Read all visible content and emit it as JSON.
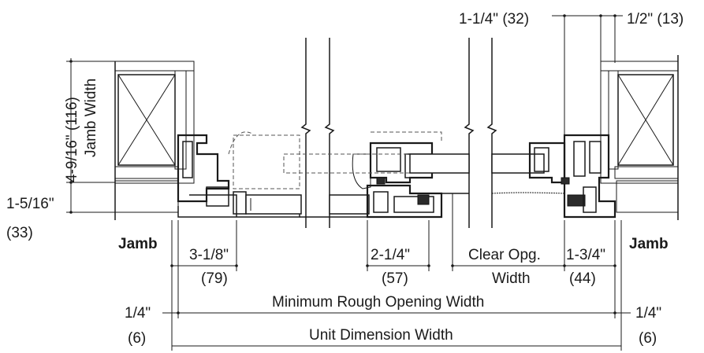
{
  "labels": {
    "top_left_dim": "1-1/4\" (32)",
    "top_right_dim": "1/2\" (13)",
    "jamb_width_dim": "4-9/16\" (116)",
    "jamb_width_title": "Jamb Width",
    "sill_dim": "1-5/16\"",
    "sill_dim_mm": "(33)",
    "jamb_left": "Jamb",
    "jamb_right": "Jamb",
    "dim_3_1_8": "3-1/8\"",
    "dim_3_1_8_mm": "(79)",
    "dim_2_1_4": "2-1/4\"",
    "dim_2_1_4_mm": "(57)",
    "clear_opg": "Clear Opg.",
    "clear_opg_width": "Width",
    "dim_1_3_4": "1-3/4\"",
    "dim_1_3_4_mm": "(44)",
    "quarter_left": "1/4\"",
    "quarter_left_mm": "(6)",
    "quarter_right": "1/4\"",
    "quarter_right_mm": "(6)",
    "min_rough": "Minimum Rough Opening Width",
    "unit_dim": "Unit Dimension Width"
  }
}
